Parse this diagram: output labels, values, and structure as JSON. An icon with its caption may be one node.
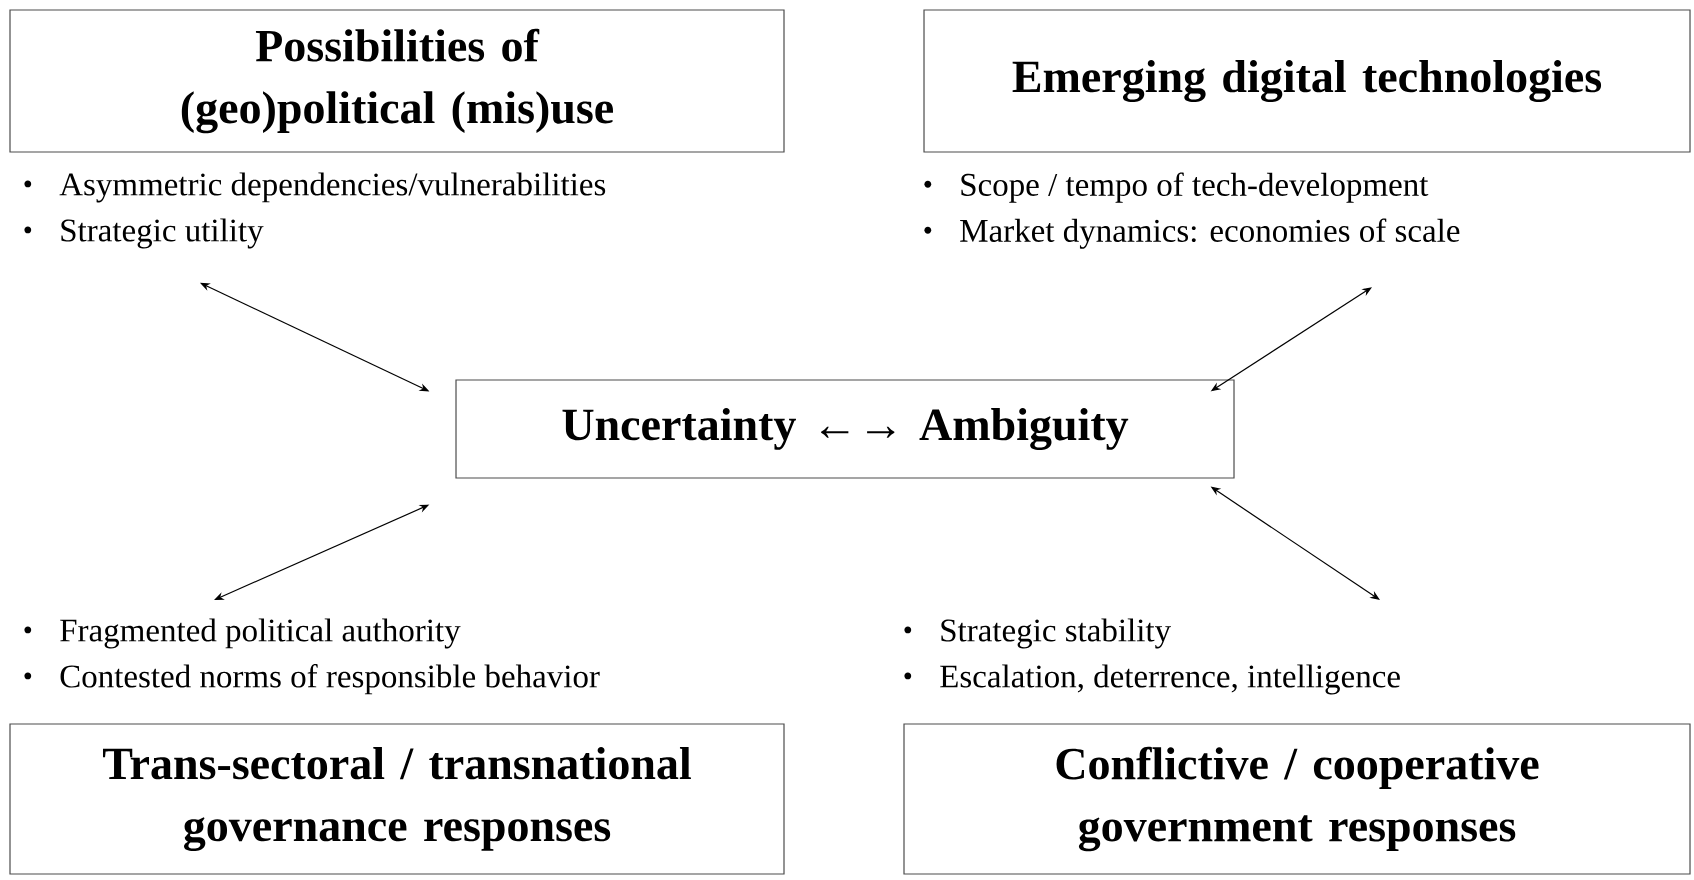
{
  "diagram": {
    "nodes": [
      {
        "text": [
          "Possibilities of (geo)political (mis)use"
        ]
      },
      {
        "text": [
          "Asymmetric dependencies/vulnerabilities",
          "Strategic utility"
        ]
      },
      {
        "text": [
          "Emerging digital technologies"
        ]
      },
      {
        "text": [
          "Scope / tempo of tech-development",
          "Market dynamics: economies of scale"
        ]
      },
      {
        "text": [
          "Uncertainty ←→ Ambiguity"
        ]
      },
      {
        "text": [
          "Fragmented political authority",
          "Contested norms of responsible behavior"
        ]
      },
      {
        "text": [
          "Trans-sectoral / transnational governance responses"
        ]
      },
      {
        "text": [
          "Strategic stability",
          "Escalation, deterrence, intelligence"
        ]
      },
      {
        "text": [
          "Conflictive / cooperative government responses"
        ]
      }
    ],
    "edges": [
      {
        "from": 4,
        "to": 1,
        "arrow": "both"
      },
      {
        "from": 4,
        "to": 3,
        "arrow": "both"
      },
      {
        "from": 4,
        "to": 5,
        "arrow": "both"
      },
      {
        "from": 4,
        "to": 7,
        "arrow": "both"
      }
    ]
  }
}
